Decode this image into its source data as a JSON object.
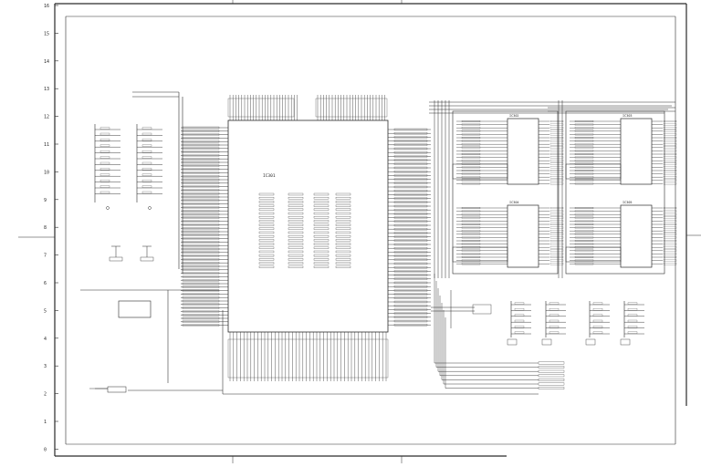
{
  "sheet": {
    "row_labels": [
      "16",
      "15",
      "14",
      "13",
      "12",
      "11",
      "10",
      "9",
      "8",
      "7",
      "6",
      "5",
      "4",
      "3",
      "2",
      "1",
      "0"
    ],
    "ic_main": {
      "designator": "IC301"
    },
    "memory_chips": [
      {
        "designator": "IC302"
      },
      {
        "designator": "IC303"
      },
      {
        "designator": "IC304"
      },
      {
        "designator": "IC305"
      }
    ]
  },
  "colors": {
    "ink": "#2a2a2a",
    "paper": "#ffffff",
    "faint": "#7a7a7a"
  }
}
